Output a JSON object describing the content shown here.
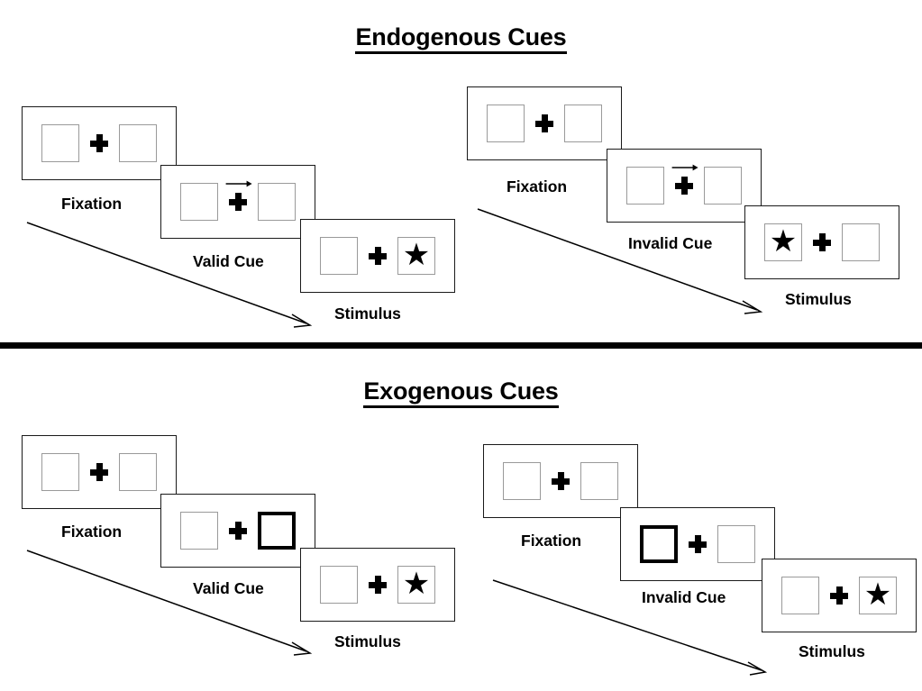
{
  "figure": {
    "title_endogenous": "Endogenous Cues",
    "title_exogenous": "Exogenous Cues"
  },
  "labels": {
    "fixation": "Fixation",
    "valid_cue": "Valid Cue",
    "invalid_cue": "Invalid Cue",
    "stimulus": "Stimulus"
  },
  "icons": {
    "fixation_cross": "plus-icon",
    "cue_arrow": "arrow-right-icon",
    "target": "star-icon",
    "time_arrow": "diagonal-arrow-icon"
  },
  "colors": {
    "ink": "#000000",
    "panel_border": "#1a1a1a",
    "box_border": "#9a9a9a",
    "cued_box_border": "#000000",
    "background": "#ffffff"
  },
  "sections": [
    {
      "name": "endogenous",
      "title": "Endogenous Cues",
      "cue_type": "central-arrow",
      "sequences": [
        {
          "name": "endogenous-valid",
          "validity": "valid",
          "frames": [
            {
              "label": "Fixation",
              "left_box": "empty",
              "right_box": "empty",
              "cue": "none",
              "target_side": "none"
            },
            {
              "label": "Valid Cue",
              "left_box": "empty",
              "right_box": "empty",
              "cue": "arrow-right",
              "target_side": "none"
            },
            {
              "label": "Stimulus",
              "left_box": "empty",
              "right_box": "star",
              "cue": "none",
              "target_side": "right"
            }
          ]
        },
        {
          "name": "endogenous-invalid",
          "validity": "invalid",
          "frames": [
            {
              "label": "Fixation",
              "left_box": "empty",
              "right_box": "empty",
              "cue": "none",
              "target_side": "none"
            },
            {
              "label": "Invalid Cue",
              "left_box": "empty",
              "right_box": "empty",
              "cue": "arrow-right",
              "target_side": "none"
            },
            {
              "label": "Stimulus",
              "left_box": "star",
              "right_box": "empty",
              "cue": "none",
              "target_side": "left"
            }
          ]
        }
      ]
    },
    {
      "name": "exogenous",
      "title": "Exogenous Cues",
      "cue_type": "peripheral-box-flash",
      "sequences": [
        {
          "name": "exogenous-valid",
          "validity": "valid",
          "frames": [
            {
              "label": "Fixation",
              "left_box": "empty",
              "right_box": "empty",
              "cue": "none",
              "target_side": "none"
            },
            {
              "label": "Valid Cue",
              "left_box": "empty",
              "right_box": "cued",
              "cue": "box-right",
              "target_side": "none"
            },
            {
              "label": "Stimulus",
              "left_box": "empty",
              "right_box": "star",
              "cue": "none",
              "target_side": "right"
            }
          ]
        },
        {
          "name": "exogenous-invalid",
          "validity": "invalid",
          "frames": [
            {
              "label": "Fixation",
              "left_box": "empty",
              "right_box": "empty",
              "cue": "none",
              "target_side": "none"
            },
            {
              "label": "Invalid Cue",
              "left_box": "cued",
              "right_box": "empty",
              "cue": "box-left",
              "target_side": "none"
            },
            {
              "label": "Stimulus",
              "left_box": "empty",
              "right_box": "star",
              "cue": "none",
              "target_side": "right"
            }
          ]
        }
      ]
    }
  ],
  "target_glyph": "★"
}
